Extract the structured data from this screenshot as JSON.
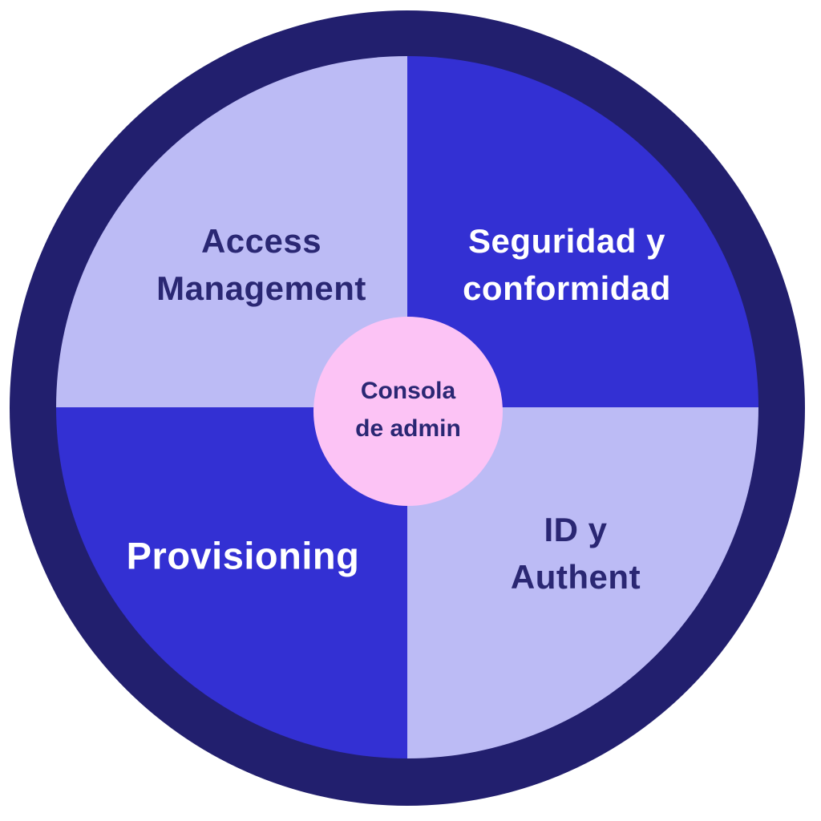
{
  "diagram": {
    "type": "circular-quadrant-wheel",
    "center": {
      "label": "Consola\nde admin"
    },
    "quadrants": {
      "top_left": {
        "label": "Access\nManagement"
      },
      "top_right": {
        "label": "Seguridad y\nconformidad"
      },
      "bottom_left": {
        "label": "Provisioning"
      },
      "bottom_right": {
        "label": "ID y\nAuthent"
      }
    },
    "colors": {
      "ring_navy": "#221f6e",
      "quadrant_blue": "#3330d3",
      "quadrant_lavender": "#bcbbf5",
      "center_pink": "#fcc3f5",
      "text_navy": "#2a2773",
      "text_white": "#ffffff",
      "page_background": "#ffffff"
    }
  }
}
